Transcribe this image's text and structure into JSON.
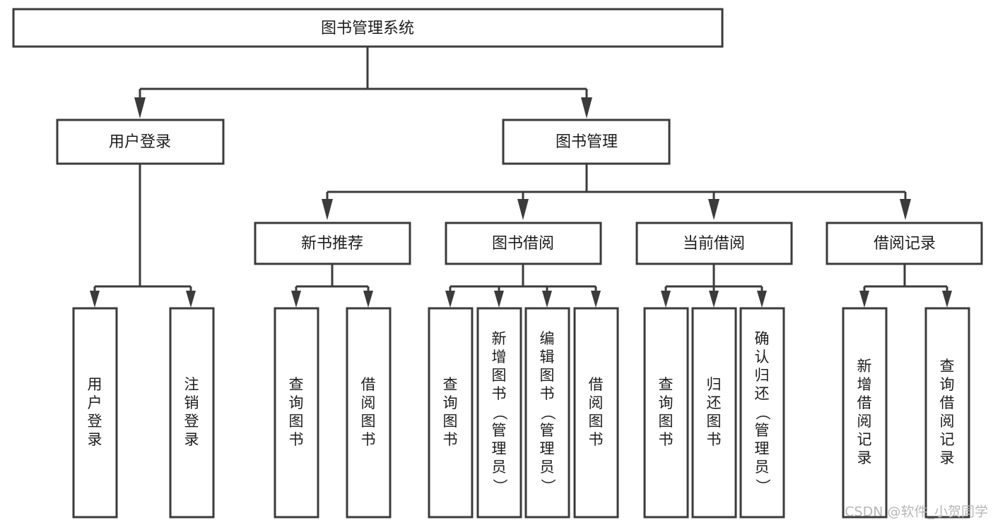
{
  "diagram": {
    "title": "图书管理系统",
    "type": "tree-hierarchy",
    "root": {
      "id": "root",
      "label": "图书管理系统",
      "orientation": "horizontal"
    },
    "level2": [
      {
        "id": "user-login",
        "label": "用户登录",
        "orientation": "horizontal"
      },
      {
        "id": "book-management",
        "label": "图书管理",
        "orientation": "horizontal"
      }
    ],
    "level3": [
      {
        "id": "new-book-recommend",
        "label": "新书推荐",
        "orientation": "horizontal",
        "parent": "book-management"
      },
      {
        "id": "book-borrow",
        "label": "图书借阅",
        "orientation": "horizontal",
        "parent": "book-management"
      },
      {
        "id": "current-borrow",
        "label": "当前借阅",
        "orientation": "horizontal",
        "parent": "book-management"
      },
      {
        "id": "borrow-record",
        "label": "借阅记录",
        "orientation": "horizontal",
        "parent": "book-management"
      }
    ],
    "leaves": [
      {
        "id": "leaf-user-login",
        "label": "用户登录",
        "orientation": "vertical",
        "parent": "user-login"
      },
      {
        "id": "leaf-logout-login",
        "label": "注销登录",
        "orientation": "vertical",
        "parent": "user-login"
      },
      {
        "id": "leaf-query-book-1",
        "label": "查询图书",
        "orientation": "vertical",
        "parent": "new-book-recommend"
      },
      {
        "id": "leaf-borrow-book-1",
        "label": "借阅图书",
        "orientation": "vertical",
        "parent": "new-book-recommend"
      },
      {
        "id": "leaf-query-book-2",
        "label": "查询图书",
        "orientation": "vertical",
        "parent": "book-borrow"
      },
      {
        "id": "leaf-add-book",
        "label": "新增图书（管理员）",
        "orientation": "vertical",
        "parent": "book-borrow"
      },
      {
        "id": "leaf-edit-book",
        "label": "编辑图书（管理员）",
        "orientation": "vertical",
        "parent": "book-borrow"
      },
      {
        "id": "leaf-borrow-book-2",
        "label": "借阅图书",
        "orientation": "vertical",
        "parent": "book-borrow"
      },
      {
        "id": "leaf-query-book-3",
        "label": "查询图书",
        "orientation": "vertical",
        "parent": "current-borrow"
      },
      {
        "id": "leaf-return-book",
        "label": "归还图书",
        "orientation": "vertical",
        "parent": "current-borrow"
      },
      {
        "id": "leaf-confirm-return",
        "label": "确认归还（管理员）",
        "orientation": "vertical",
        "parent": "current-borrow"
      },
      {
        "id": "leaf-add-record",
        "label": "新增借阅记录",
        "orientation": "vertical",
        "parent": "borrow-record"
      },
      {
        "id": "leaf-query-record",
        "label": "查询借阅记录",
        "orientation": "vertical",
        "parent": "borrow-record"
      }
    ]
  },
  "watermark": {
    "text": "CSDN @软件_小贺同学"
  },
  "colors": {
    "stroke": "#3b3b3b",
    "fill": "#ffffff",
    "text": "#1d1d1d",
    "watermark": "#b7b7b7"
  }
}
